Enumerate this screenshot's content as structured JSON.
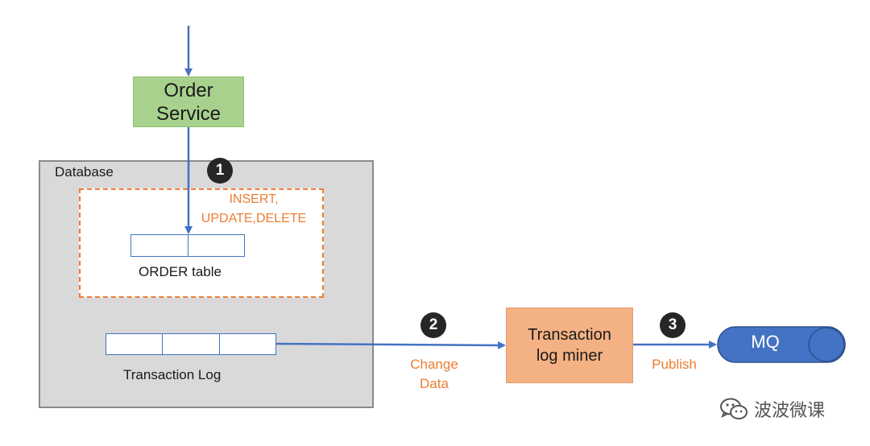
{
  "order_service": {
    "line1": "Order",
    "line2": "Service"
  },
  "database": {
    "label": "Database"
  },
  "operations": {
    "line1": "INSERT,",
    "line2": "UPDATE,DELETE"
  },
  "order_table": {
    "label": "ORDER table"
  },
  "transaction_log": {
    "label": "Transaction Log"
  },
  "miner": {
    "line1": "Transaction",
    "line2": "log miner"
  },
  "steps": {
    "one": "1",
    "two": "2",
    "three": "3",
    "change_line1": "Change",
    "change_line2": "Data",
    "publish": "Publish"
  },
  "mq": {
    "label": "MQ"
  },
  "watermark": {
    "text": "波波微课",
    "icon": "wechat-icon"
  },
  "colors": {
    "arrow": "#4472c4",
    "orange": "#ed7d31",
    "green_box": "#a9d18e",
    "salmon_box": "#f4b183",
    "mq": "#4472c4",
    "database_bg": "#d9d9d9"
  }
}
